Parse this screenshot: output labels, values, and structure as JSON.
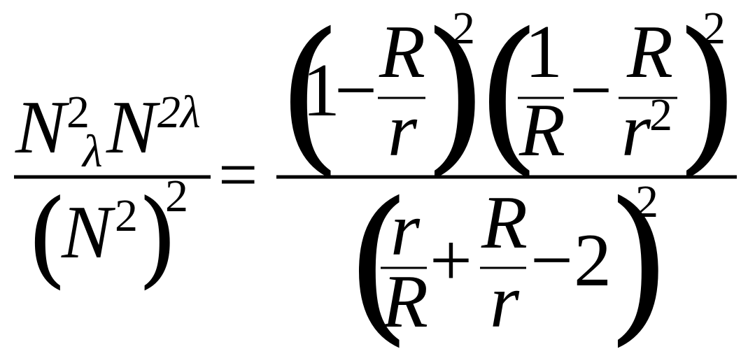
{
  "equation": {
    "lhs": {
      "numerator": {
        "t1_base": "N",
        "t1_sup": "2",
        "t1_sub": "λ",
        "t2_base": "N",
        "t2_sup": "2λ"
      },
      "denominator": {
        "lparen": "(",
        "base": "N",
        "sup": "2",
        "rparen": ")",
        "outer_sup": "2"
      }
    },
    "equals": "=",
    "rhs": {
      "numerator": {
        "f1": {
          "lparen": "(",
          "one": "1",
          "minus": "−",
          "frac_num": "R",
          "frac_den": "r",
          "rparen": ")",
          "exp": "2"
        },
        "f2": {
          "lparen": "(",
          "frac1_num": "1",
          "frac1_den": "R",
          "minus": "−",
          "frac2_num": "R",
          "frac2_den": "r",
          "frac2_den_sup": "2",
          "rparen": ")",
          "exp": "2"
        }
      },
      "denominator": {
        "lparen": "(",
        "frac1_num": "r",
        "frac1_den": "R",
        "plus": "+",
        "frac2_num": "R",
        "frac2_den": "r",
        "minus": "−",
        "two": "2",
        "rparen": ")",
        "exp": "2"
      }
    }
  }
}
